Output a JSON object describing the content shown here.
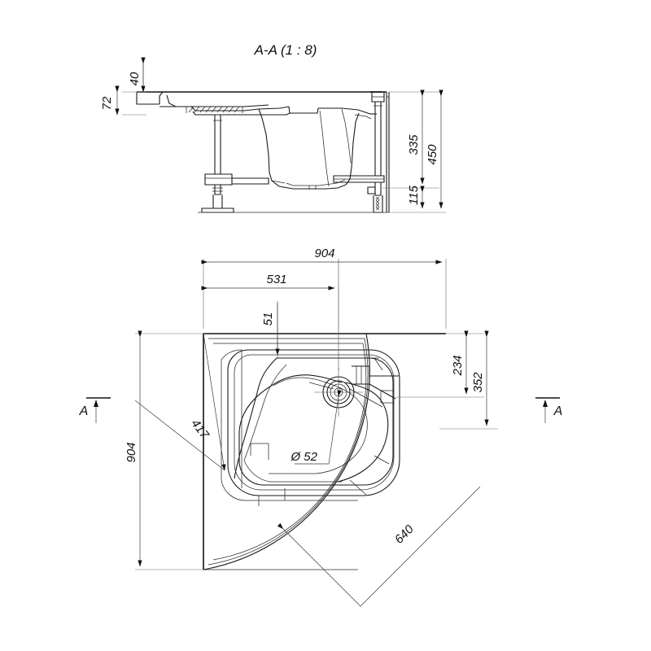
{
  "drawing": {
    "title": "A-A (1 : 8)",
    "units": "mm",
    "section_mark_left": "A",
    "section_mark_right": "A"
  },
  "section_view": {
    "label": "A-A (1 : 8)",
    "dimensions": {
      "rim_top": "40",
      "rim_thickness": "72",
      "basin_depth": "335",
      "overall_height": "450",
      "leg_height": "115"
    }
  },
  "plan_view": {
    "dimensions": {
      "overall_width": "904",
      "overall_depth": "904",
      "drain_offset_x": "531",
      "edge_offset": "51",
      "drain_offset_y": "234",
      "inner_offset_y": "352",
      "diagonal_inner": "417",
      "diagonal_outer": "640",
      "drain_diameter": "Ø 52"
    }
  },
  "chart_data": {
    "type": "table",
    "title": "A-A (1 : 8)",
    "categories": [
      "rim_top",
      "rim_thickness",
      "basin_depth",
      "overall_height",
      "leg_height",
      "overall_width",
      "overall_depth",
      "drain_offset_x",
      "edge_offset",
      "drain_offset_y",
      "inner_offset_y",
      "diagonal_inner",
      "diagonal_outer",
      "drain_diameter"
    ],
    "values": [
      40,
      72,
      335,
      450,
      115,
      904,
      904,
      531,
      51,
      234,
      352,
      417,
      640,
      52
    ],
    "xlabel": "",
    "ylabel": "mm"
  }
}
